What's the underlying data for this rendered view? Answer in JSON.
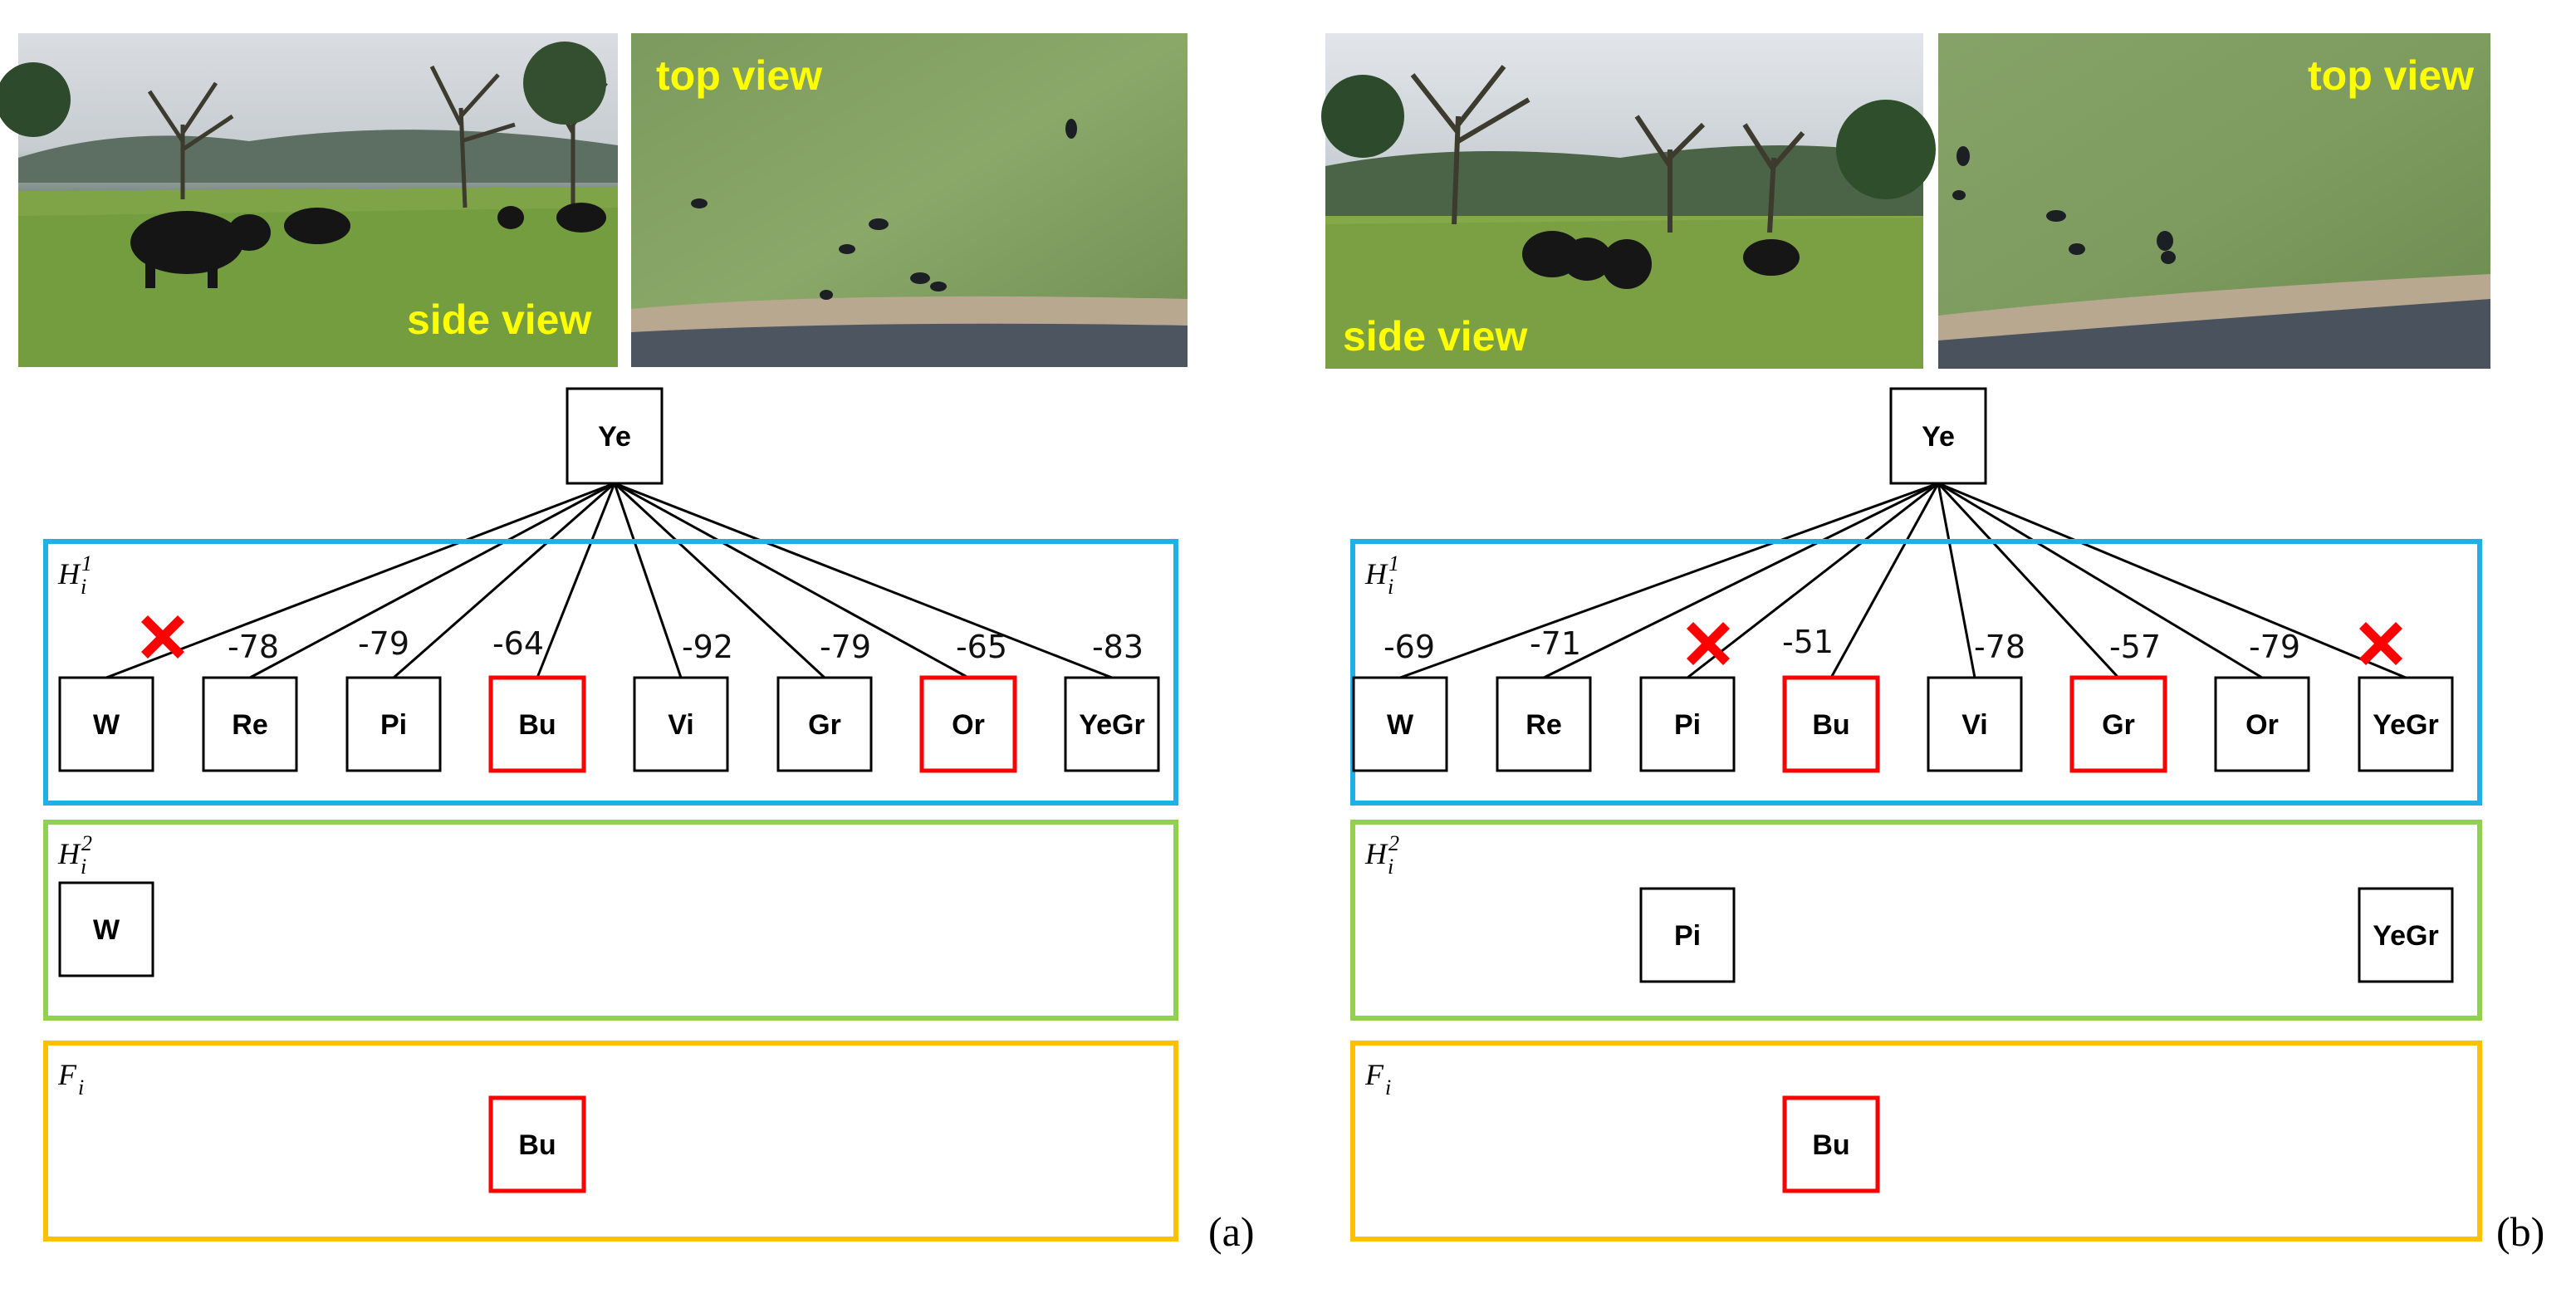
{
  "colors": {
    "h1_box": "#1fb1e6",
    "h2_box": "#92d050",
    "f_box": "#ffc000",
    "selected": "#ff0000",
    "cross": "#ff0000",
    "overlay_text": "#ffff00",
    "node_border": "#000000"
  },
  "panels": [
    {
      "tag": "(a)",
      "side_label": "side view",
      "top_label": "top view",
      "root": "Ye",
      "set_labels": {
        "h1": "H",
        "h1_sub": "i",
        "h1_sup": "1",
        "h2": "H",
        "h2_sub": "i",
        "h2_sup": "2",
        "f": "F",
        "f_sub": "i"
      },
      "candidates": [
        {
          "label": "W",
          "score": "",
          "rejected": true,
          "selected": false
        },
        {
          "label": "Re",
          "score": "-78",
          "rejected": false,
          "selected": false
        },
        {
          "label": "Pi",
          "score": "-79",
          "rejected": false,
          "selected": false
        },
        {
          "label": "Bu",
          "score": "-64",
          "rejected": false,
          "selected": true
        },
        {
          "label": "Vi",
          "score": "-92",
          "rejected": false,
          "selected": false
        },
        {
          "label": "Gr",
          "score": "-79",
          "rejected": false,
          "selected": false
        },
        {
          "label": "Or",
          "score": "-65",
          "rejected": false,
          "selected": true
        },
        {
          "label": "YeGr",
          "score": "-83",
          "rejected": false,
          "selected": false
        }
      ],
      "h2_items": [
        "W"
      ],
      "final": "Bu"
    },
    {
      "tag": "(b)",
      "side_label": "side view",
      "top_label": "top view",
      "root": "Ye",
      "set_labels": {
        "h1": "H",
        "h1_sub": "i",
        "h1_sup": "1",
        "h2": "H",
        "h2_sub": "i",
        "h2_sup": "2",
        "f": "F",
        "f_sub": "i"
      },
      "candidates": [
        {
          "label": "W",
          "score": "-69",
          "rejected": false,
          "selected": false
        },
        {
          "label": "Re",
          "score": "-71",
          "rejected": false,
          "selected": false
        },
        {
          "label": "Pi",
          "score": "",
          "rejected": true,
          "selected": false
        },
        {
          "label": "Bu",
          "score": "-51",
          "rejected": false,
          "selected": true
        },
        {
          "label": "Vi",
          "score": "-78",
          "rejected": false,
          "selected": false
        },
        {
          "label": "Gr",
          "score": "-57",
          "rejected": false,
          "selected": true
        },
        {
          "label": "Or",
          "score": "-79",
          "rejected": false,
          "selected": false
        },
        {
          "label": "YeGr",
          "score": "",
          "rejected": true,
          "selected": false
        }
      ],
      "h2_items": [
        "Pi",
        "YeGr"
      ],
      "final": "Bu"
    }
  ]
}
